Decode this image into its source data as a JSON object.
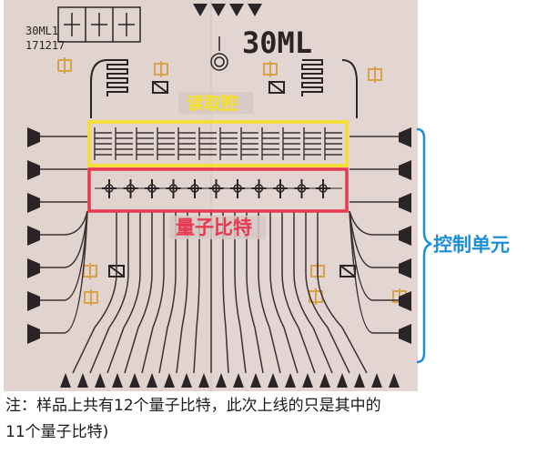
{
  "chip": {
    "name": "30ML",
    "id_line1": "30ML1",
    "id_line2": "171217"
  },
  "annotations": {
    "readout": "读取腔",
    "qubits": "量子比特",
    "control": "控制单元"
  },
  "colors": {
    "readout": "#f6e027",
    "qubits": "#e8384f",
    "control": "#1e8fd6",
    "substrate": "#e3d6d2",
    "metal": "#2b2426",
    "gold": "#d8a24a"
  },
  "qubit_count": 11,
  "caption": {
    "line1": "注：样品上共有12个量子比特，此次上线的只是其中的",
    "line2": "11个量子比特)"
  }
}
